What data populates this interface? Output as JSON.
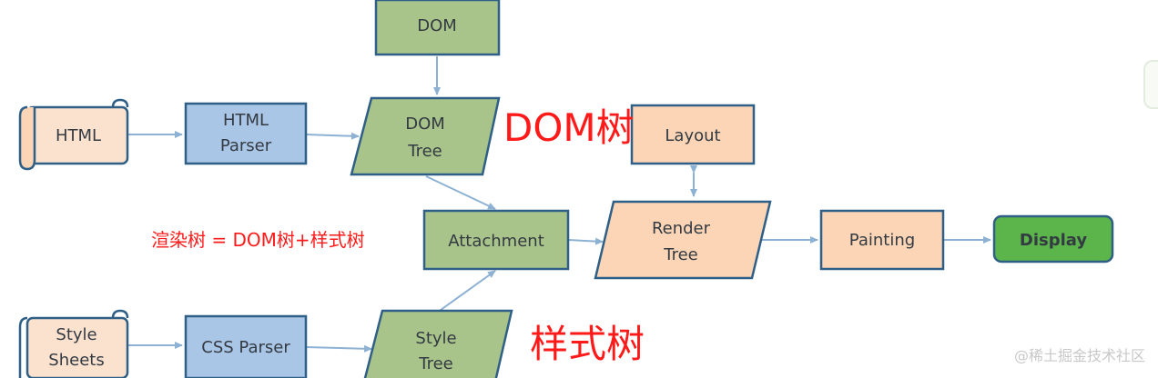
{
  "nodes": {
    "dom": "DOM",
    "html": "HTML",
    "html_parser": [
      "HTML",
      "Parser"
    ],
    "dom_tree": [
      "DOM",
      "Tree"
    ],
    "layout": "Layout",
    "attachment": "Attachment",
    "render_tree": [
      "Render",
      "Tree"
    ],
    "painting": "Painting",
    "display": "Display",
    "style_sheets": [
      "Style",
      "Sheets"
    ],
    "css_parser": "CSS Parser",
    "style_tree": [
      "Style",
      "Tree"
    ]
  },
  "annotations": {
    "dom_tree_label": "DOM树",
    "render_tree_formula": "渲染树 = DOM树+样式树",
    "style_tree_label": "样式树"
  },
  "watermark": "@稀土掘金技术社区",
  "colors": {
    "green_fill": "#a9c48a",
    "blue_fill": "#a9c6e6",
    "peach_fill": "#fbd5b5",
    "display_fill": "#5bb54a",
    "border": "#2f5f86",
    "arrow": "#8db1d3",
    "annotation": "#ff1a1a"
  }
}
